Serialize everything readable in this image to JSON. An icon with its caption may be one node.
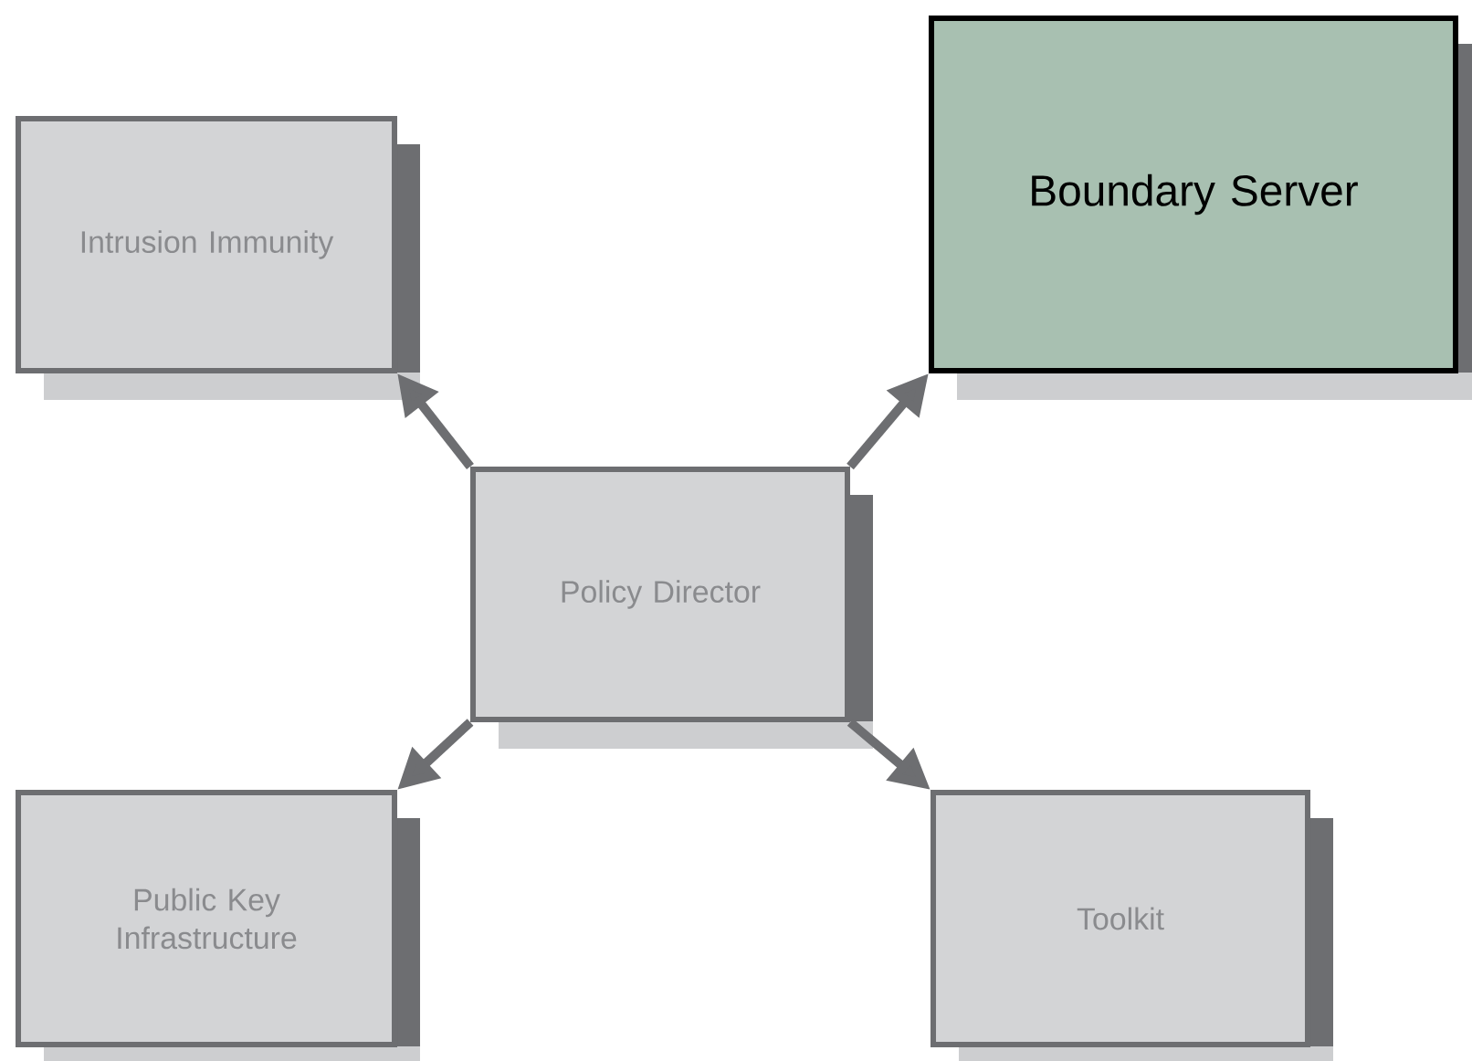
{
  "diagram": {
    "nodes": [
      {
        "text": [
          "Intrusion Immunity"
        ]
      },
      {
        "text": [
          "Boundary Server"
        ]
      },
      {
        "text": [
          "Policy Director"
        ]
      },
      {
        "text": [
          "Public Key Infrastructure"
        ]
      },
      {
        "text": [
          "Toolkit"
        ]
      }
    ],
    "edges": [
      {
        "from": 2,
        "to": 0,
        "arrow": "to"
      },
      {
        "from": 2,
        "to": 1,
        "arrow": "to"
      },
      {
        "from": 2,
        "to": 3,
        "arrow": "to"
      },
      {
        "from": 2,
        "to": 4,
        "arrow": "to"
      }
    ]
  }
}
